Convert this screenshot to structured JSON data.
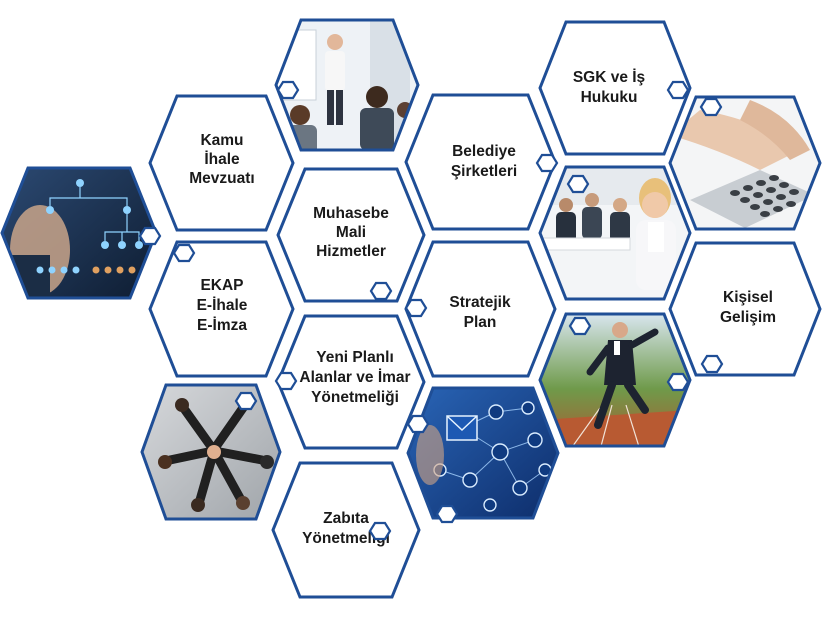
{
  "hexagons": {
    "kamu_ihale": [
      "Kamu",
      "İhale",
      "Mevzuatı"
    ],
    "ekap": [
      "EKAP",
      "E-İhale",
      "E-İmza"
    ],
    "muhasebe": [
      "Muhasebe",
      "Mali",
      "Hizmetler"
    ],
    "yeni_planli": [
      "Yeni Planlı",
      "Alanlar ve İmar",
      "Yönetmeliği"
    ],
    "zabita": [
      "Zabıta",
      "Yönetmeliği"
    ],
    "belediye": [
      "Belediye",
      "Şirketleri"
    ],
    "stratejik": [
      "Stratejik",
      "Plan"
    ],
    "sgk": [
      "SGK ve İş",
      "Hukuku"
    ],
    "kisisel": [
      "Kişisel",
      "Gelişim"
    ]
  },
  "images": [
    {
      "name": "org-chart-image",
      "icon": "org-chart-hand"
    },
    {
      "name": "presentation-image",
      "icon": "classroom-presenter"
    },
    {
      "name": "handshake-teamwork-image",
      "icon": "teamwork-hands"
    },
    {
      "name": "email-network-image",
      "icon": "network-email"
    },
    {
      "name": "business-meeting-image",
      "icon": "smiling-businesswoman"
    },
    {
      "name": "calculator-image",
      "icon": "calculator-hand"
    },
    {
      "name": "running-businessman-image",
      "icon": "running-track-businessman"
    }
  ],
  "colors": {
    "outline": "#1f4e96",
    "text": "#1a1a1a",
    "background": "#ffffff"
  }
}
